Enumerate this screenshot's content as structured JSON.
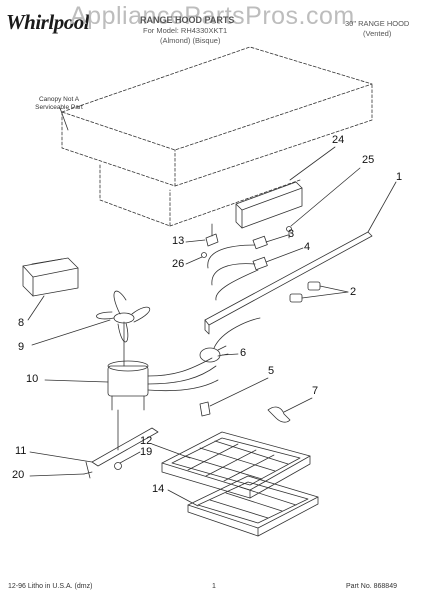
{
  "header": {
    "brand": "Whirlpool",
    "watermark": "AppliancePartsPros.com",
    "title": "RANGE HOOD PARTS",
    "model_line": "For Model: RH4330XKT1",
    "color_line": "(Almond) (Bisque)",
    "category_line_1": "30\" RANGE HOOD",
    "category_line_2": "(Vented)"
  },
  "diagram": {
    "canopy_note": "Canopy Not A Serviceable Part",
    "callouts": [
      "24",
      "25",
      "1",
      "3",
      "4",
      "13",
      "26",
      "2",
      "8",
      "9",
      "6",
      "10",
      "5",
      "7",
      "12",
      "11",
      "19",
      "20",
      "14"
    ]
  },
  "footer": {
    "litho": "12-96 Litho in U.S.A. (dmz)",
    "page": "1",
    "part_no": "Part No. 868849"
  },
  "colors": {
    "line": "#333333",
    "watermark": "#bdbdbd"
  }
}
